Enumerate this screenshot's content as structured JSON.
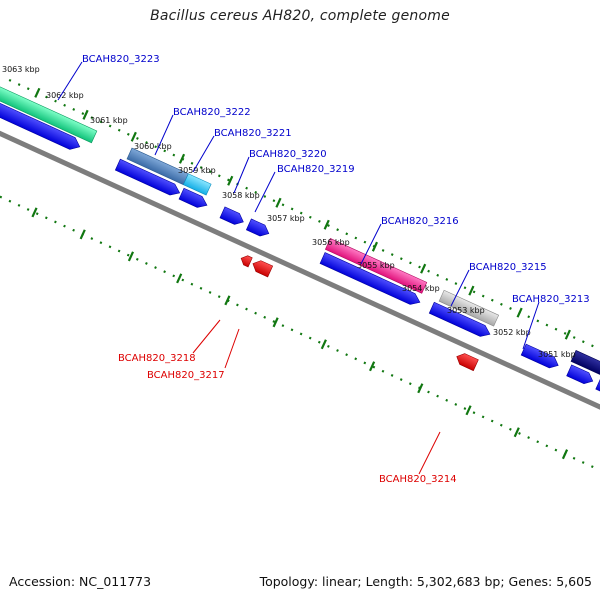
{
  "title": "Bacillus cereus AH820, complete genome",
  "footer": {
    "accession": "Accession: NC_011773",
    "topology": "Topology: linear; Length: 5,302,683 bp; Genes: 5,605"
  },
  "colors": {
    "forward_label": "#0000cc",
    "reverse_label": "#dd0000",
    "forward_arrow": "#0a0ae6",
    "reverse_arrow": "#ee1111",
    "backbone": "#808080",
    "tick": "#117711"
  },
  "ruler_labels": [
    "3063 kbp",
    "3062 kbp",
    "3061 kbp",
    "3060 kbp",
    "3059 kbp",
    "3058 kbp",
    "3057 kbp",
    "3056 kbp",
    "3055 kbp",
    "3054 kbp",
    "3053 kbp",
    "3052 kbp",
    "3051 kbp"
  ],
  "gene_labels": [
    {
      "name": "BCAH820_3223",
      "strand": "forward"
    },
    {
      "name": "BCAH820_3222",
      "strand": "forward"
    },
    {
      "name": "BCAH820_3221",
      "strand": "forward"
    },
    {
      "name": "BCAH820_3220",
      "strand": "forward"
    },
    {
      "name": "BCAH820_3219",
      "strand": "forward"
    },
    {
      "name": "BCAH820_3216",
      "strand": "forward"
    },
    {
      "name": "BCAH820_3215",
      "strand": "forward"
    },
    {
      "name": "BCAH820_3213",
      "strand": "forward"
    },
    {
      "name": "BCAH820_3218",
      "strand": "reverse"
    },
    {
      "name": "BCAH820_3217",
      "strand": "reverse"
    },
    {
      "name": "BCAH820_3214",
      "strand": "reverse"
    }
  ]
}
